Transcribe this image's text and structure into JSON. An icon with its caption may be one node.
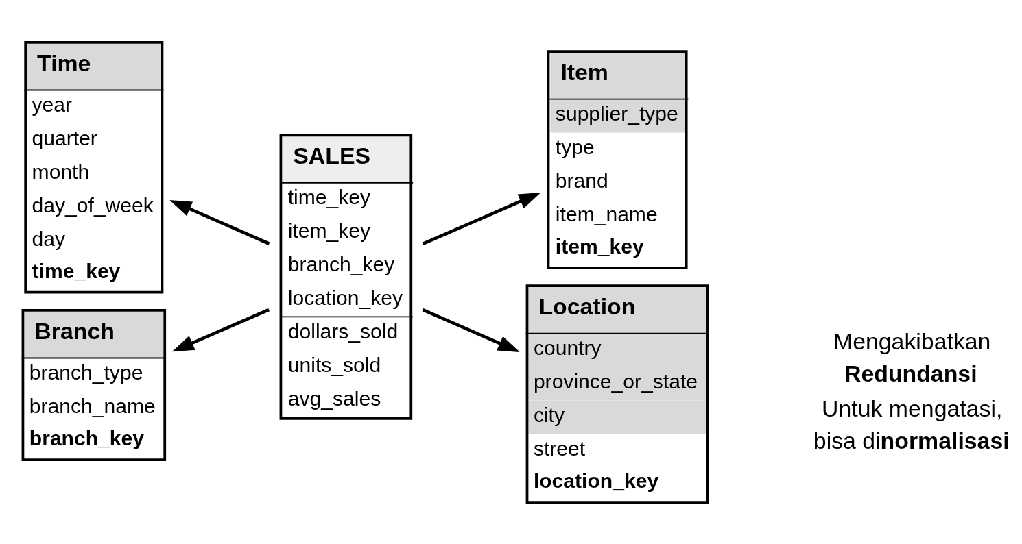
{
  "diagram": {
    "nodes": [
      {
        "text": [
          "Time",
          "year",
          "quarter",
          "month",
          "day_of_week",
          "day",
          "time_key"
        ]
      },
      {
        "text": [
          "Branch",
          "branch_type",
          "branch_name",
          "branch_key"
        ]
      },
      {
        "text": [
          "SALES",
          "time_key",
          "item_key",
          "branch_key",
          "location_key",
          "dollars_sold",
          "units_sold",
          "avg_sales"
        ]
      },
      {
        "text": [
          "Item",
          "supplier_type",
          "type",
          "brand",
          "item_name",
          "item_key"
        ]
      },
      {
        "text": [
          "Location",
          "country",
          "province_or_state",
          "city",
          "street",
          "location_key"
        ]
      }
    ],
    "edges": [
      {
        "from": 2,
        "to": 0,
        "arrow": "to"
      },
      {
        "from": 2,
        "to": 1,
        "arrow": "to"
      },
      {
        "from": 2,
        "to": 3,
        "arrow": "to"
      },
      {
        "from": 2,
        "to": 4,
        "arrow": "to"
      }
    ],
    "labels": [
      "Mengakibatkan",
      "**Redundansi**",
      "Untuk mengatasi,",
      "bisa di**normalisasi**"
    ]
  }
}
